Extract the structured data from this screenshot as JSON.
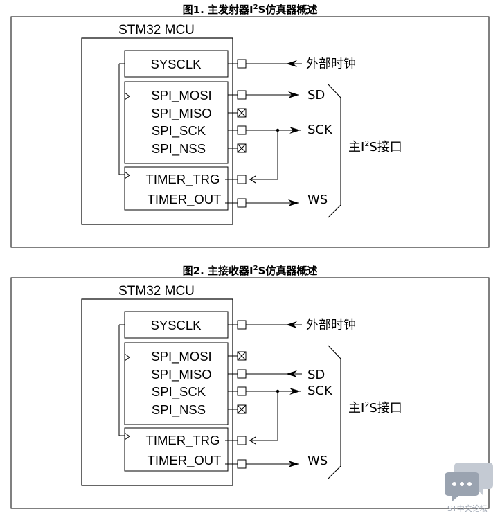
{
  "figures": [
    {
      "caption_prefix": "图",
      "caption_num": "1.",
      "caption_main": " 主发射器I",
      "caption_sup": "2",
      "caption_rest": "S仿真器概述",
      "mcu_title": "STM32 MCU",
      "sysclk": "SYSCLK",
      "spi_mosi": "SPI_MOSI",
      "spi_miso": "SPI_MISO",
      "spi_sck": "SPI_SCK",
      "spi_nss": "SPI_NSS",
      "timer_trg": "TIMER_TRG",
      "timer_out": "TIMER_OUT",
      "ext_clock": "外部时钟",
      "sd": "SD",
      "sck": "SCK",
      "ws": "WS",
      "iface_pre": "主I",
      "iface_sup": "2",
      "iface_post": "S接口",
      "mosi_dir": "out",
      "mosi_disabled": false,
      "miso_dir": "none",
      "miso_disabled": true
    },
    {
      "caption_prefix": "图",
      "caption_num": "2.",
      "caption_main": " 主接收器I",
      "caption_sup": "2",
      "caption_rest": "S仿真器概述",
      "mcu_title": "STM32 MCU",
      "sysclk": "SYSCLK",
      "spi_mosi": "SPI_MOSI",
      "spi_miso": "SPI_MISO",
      "spi_sck": "SPI_SCK",
      "spi_nss": "SPI_NSS",
      "timer_trg": "TIMER_TRG",
      "timer_out": "TIMER_OUT",
      "ext_clock": "外部时钟",
      "sd": "SD",
      "sck": "SCK",
      "ws": "WS",
      "iface_pre": "主I",
      "iface_sup": "2",
      "iface_post": "S接口",
      "mosi_dir": "none",
      "mosi_disabled": true,
      "miso_dir": "in",
      "miso_disabled": false
    }
  ],
  "watermark": "ST中文论坛"
}
